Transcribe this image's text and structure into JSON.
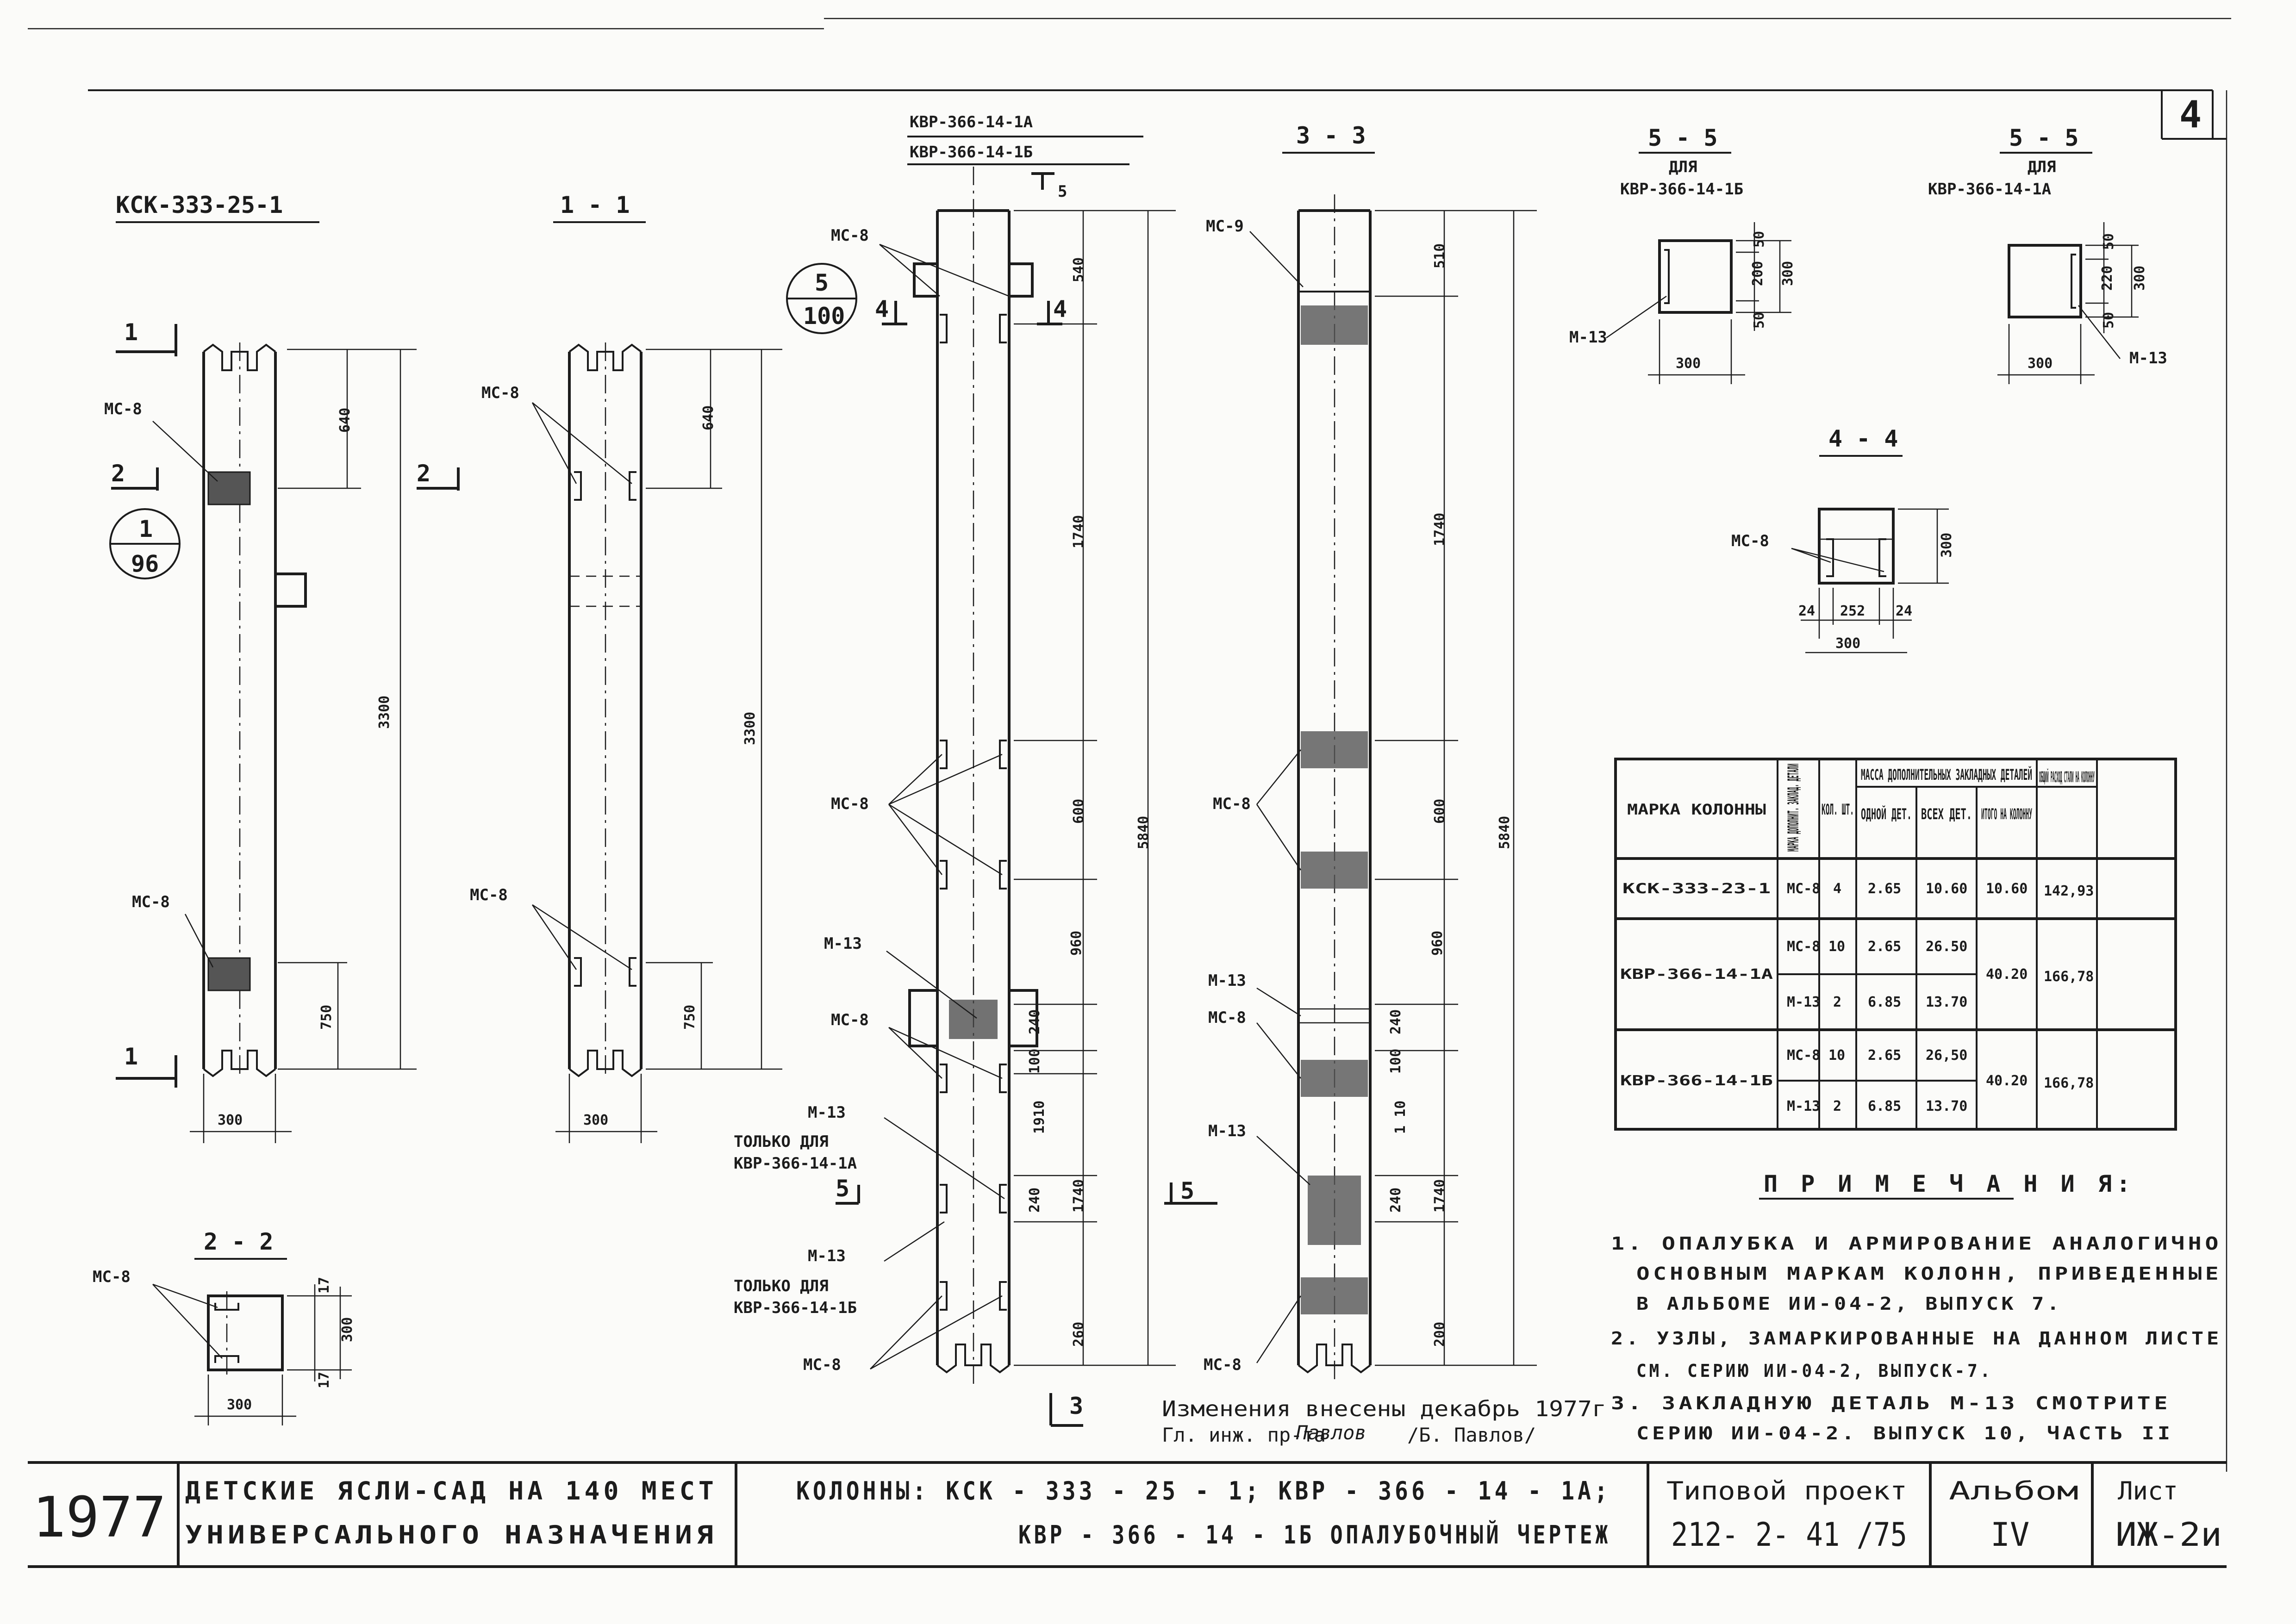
{
  "sheet_number": "4",
  "views": {
    "ksk_title": "КСК-333-25-1",
    "s11_title": "1 - 1",
    "kvr_title_a": "КВР-366-14-1А",
    "kvr_title_b": "КВР-366-14-1Б",
    "s33_title": "3 - 3",
    "s55a_title": "5 - 5",
    "s55a_sub1": "ДЛЯ",
    "s55a_sub2": "КВР-366-14-1Б",
    "s55b_title": "5 - 5",
    "s55b_sub1": "ДЛЯ",
    "s55b_sub2": "КВР-366-14-1А",
    "s44_title": "4 - 4",
    "s22_title": "2 - 2"
  },
  "labels": {
    "mc8": "МС-8",
    "m13": "М-13",
    "mc9": "МС-9",
    "m13_only_a_1": "ТОЛЬКО ДЛЯ",
    "m13_only_a_2": "КВР-366-14-1А",
    "m13_only_b_1": "ТОЛЬКО ДЛЯ",
    "m13_only_b_2": "КВР-366-14-1Б",
    "cut1": "1",
    "cut2": "2",
    "cut3": "3",
    "cut4": "4",
    "cut5": "5",
    "callout1_top": "1",
    "callout1_bot": "96",
    "callout5_top": "5",
    "callout5_bot": "100"
  },
  "dimensions": {
    "d640": "640",
    "d3300": "3300",
    "d750": "750",
    "d300": "300",
    "d540": "540",
    "d510": "510",
    "d1740": "1740",
    "d600": "600",
    "d5840": "5840",
    "d960": "960",
    "d240": "240",
    "d100": "100",
    "d1910": "1910",
    "d110": "1 10",
    "d260": "260",
    "d200": "200",
    "d50": "50",
    "d220": "220",
    "d252": "252",
    "d24": "24",
    "d17": "17"
  },
  "table": {
    "headers": {
      "mark": "МАРКА КОЛОННЫ",
      "add_mark": "МАРКА ДОПОЛНИТ. ЗАКЛАД. ДЕТАЛИ",
      "qty": "КОЛ. ШТ.",
      "mass_group": "МАССА ДОПОЛНИТЕЛЬНЫХ ЗАКЛАДНЫХ ДЕТАЛЕЙ",
      "one": "ОДНОЙ ДЕТ.",
      "all": "ВСЕХ ДЕТ.",
      "total": "ИТОГО НА КОЛОННУ",
      "steel": "ОБЩИЙ РАСХОД СТАЛИ НА КОЛОННУ"
    },
    "rows": [
      {
        "mark": "КСК-333-23-1",
        "detail": "МС-8",
        "qty": "4",
        "one": "2.65",
        "all": "10.60",
        "total": "10.60",
        "steel": "142,93"
      },
      {
        "mark": "КВР-366-14-1А",
        "detail": "МС-8",
        "qty": "10",
        "one": "2.65",
        "all": "26.50",
        "total": "40.20",
        "steel": "166,78"
      },
      {
        "mark": "",
        "detail": "М-13",
        "qty": "2",
        "one": "6.85",
        "all": "13.70",
        "total": "",
        "steel": ""
      },
      {
        "mark": "КВР-366-14-1Б",
        "detail": "МС-8",
        "qty": "10",
        "one": "2.65",
        "all": "26,50",
        "total": "40.20",
        "steel": "166,78"
      },
      {
        "mark": "",
        "detail": "М-13",
        "qty": "2",
        "one": "6.85",
        "all": "13.70",
        "total": "",
        "steel": ""
      }
    ]
  },
  "notes": {
    "title": "П Р И М Е Ч А Н И Я:",
    "n1_l1": "1. ОПАЛУБКА И АРМИРОВАНИЕ АНАЛОГИЧНО",
    "n1_l2": "ОСНОВНЫМ МАРКАМ КОЛОНН, ПРИВЕДЕННЫЕ",
    "n1_l3": "В АЛЬБОМЕ ИИ-04-2, ВЫПУСК 7.",
    "n2_l1": "2. УЗЛЫ, ЗАМАРКИРОВАННЫЕ НА ДАННОМ ЛИСТЕ",
    "n2_l2": "СМ. СЕРИЮ ИИ-04-2, ВЫПУСК-7.",
    "n3_l1": "3. ЗАКЛАДНУЮ ДЕТАЛЬ М-13 СМОТРИТЕ",
    "n3_l2": "СЕРИЮ ИИ-04-2. ВЫПУСК 10, ЧАСТЬ II"
  },
  "revision": {
    "line1": "Изменения внесены   декабрь 1977г",
    "line2": "Гл. инж. пр-та",
    "signature": "Павлов",
    "name": "/Б. Павлов/"
  },
  "title_block": {
    "year": "1977",
    "project_l1": "ДЕТСКИЕ ЯСЛИ-САД НА 140 МЕСТ",
    "project_l2": "УНИВЕРСАЛЬНОГО НАЗНАЧЕНИЯ",
    "drawing_l1": "КОЛОННЫ:  КСК - 333 - 25 - 1;  КВР - 366 - 14 - 1А;",
    "drawing_l2": "КВР - 366 - 14 - 1Б  ОПАЛУБОЧНЫЙ ЧЕРТЕЖ",
    "typ_label": "Типовой проект",
    "typ_value": "212- 2- 41 /75",
    "album_label": "Альбом",
    "album_value": "IV",
    "sheet_label": "Лист",
    "sheet_value": "ИЖ-2и"
  }
}
